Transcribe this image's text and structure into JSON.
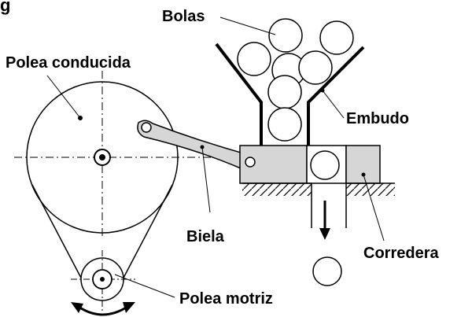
{
  "figure": {
    "letter": "g",
    "labels": {
      "bolas": "Bolas",
      "polea_conducida": "Polea conducida",
      "embudo": "Embudo",
      "biela": "Biela",
      "corredera": "Corredera",
      "polea_motriz": "Polea motriz"
    }
  }
}
